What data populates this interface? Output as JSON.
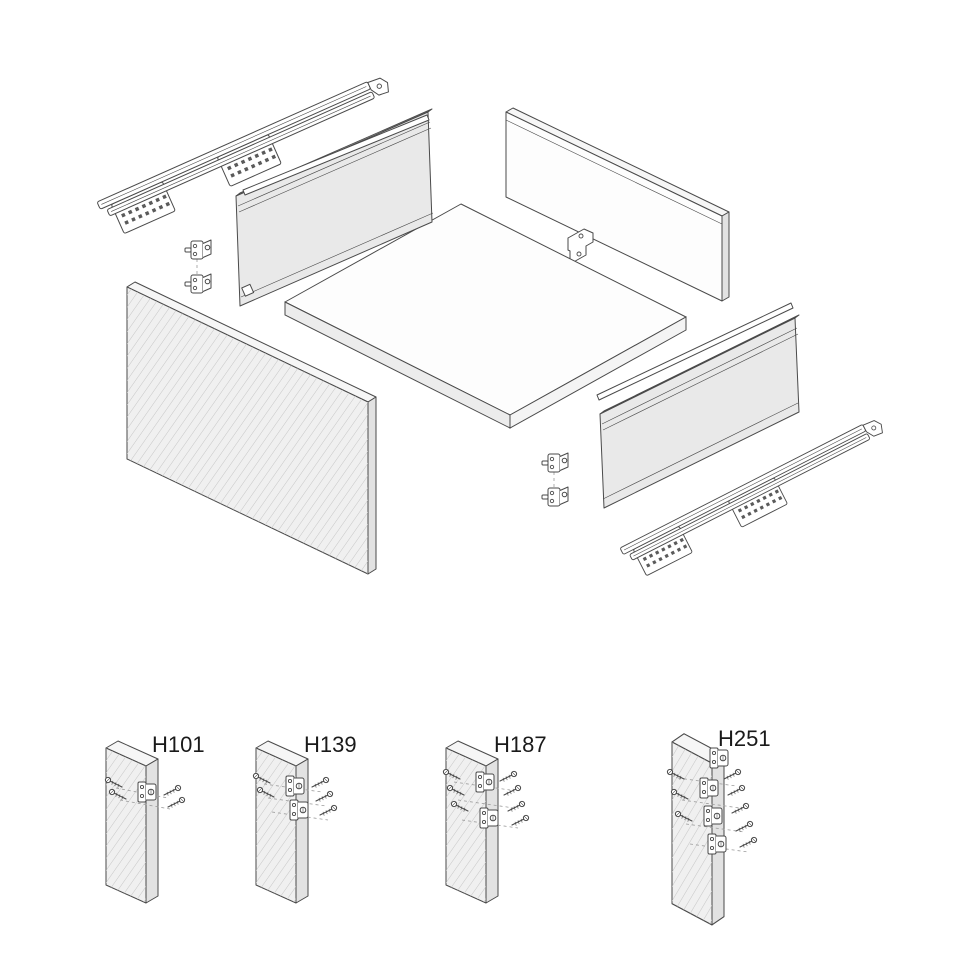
{
  "diagram": {
    "name": "drawer-system-exploded-assembly",
    "details": [
      {
        "label": "H101"
      },
      {
        "label": "H139"
      },
      {
        "label": "H187"
      },
      {
        "label": "H251"
      }
    ]
  },
  "colors": {
    "line": "#4a4a4a",
    "panel_fill": "#f0f0f0",
    "hatch_line": "#c6c6c6",
    "background": "#ffffff",
    "text": "#1a1a1a"
  }
}
